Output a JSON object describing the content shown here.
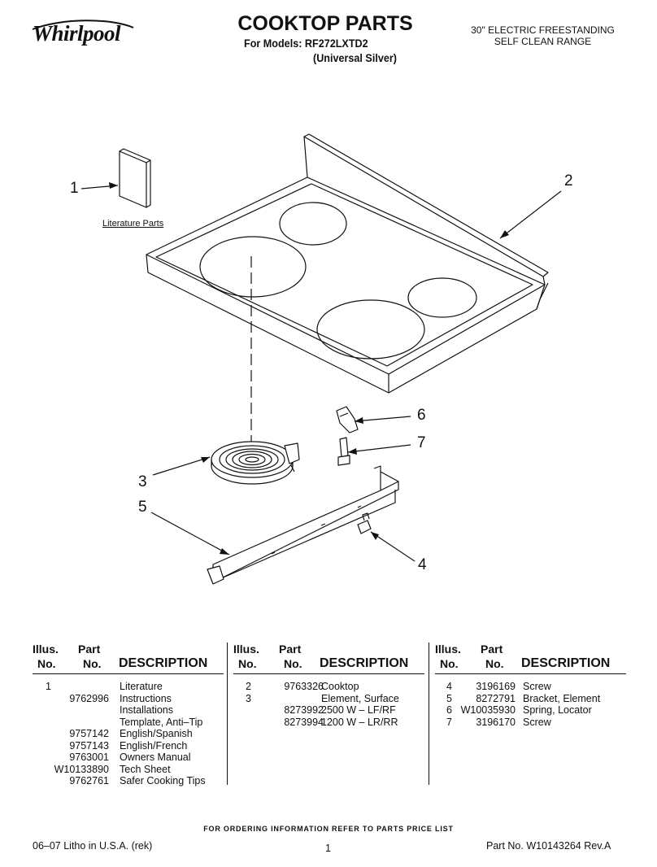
{
  "header": {
    "brand": "Whirlpool",
    "title": "COOKTOP PARTS",
    "models_line": "For Models: RF272LXTD2",
    "color_line": "(Universal Silver)",
    "product_line1": "30\" ELECTRIC FREESTANDING",
    "product_line2": "SELF CLEAN RANGE"
  },
  "diagram": {
    "callouts": [
      "1",
      "2",
      "3",
      "4",
      "5",
      "6",
      "7"
    ],
    "literature_label": "Literature Parts"
  },
  "table": {
    "header": {
      "illus1": "Illus.",
      "illus2": "No.",
      "part1": "Part",
      "part2": "No.",
      "desc": "DESCRIPTION"
    },
    "col1": [
      {
        "illus": "1",
        "part": "",
        "desc": "Literature"
      },
      {
        "illus": "",
        "part": "9762996",
        "desc": "Instructions"
      },
      {
        "illus": "",
        "part": "",
        "desc": "Installations"
      },
      {
        "illus": "",
        "part": "",
        "desc": "Template, Anti–Tip"
      },
      {
        "illus": "",
        "part": "9757142",
        "desc": "English/Spanish"
      },
      {
        "illus": "",
        "part": "9757143",
        "desc": "English/French"
      },
      {
        "illus": "",
        "part": "9763001",
        "desc": "Owners Manual"
      },
      {
        "illus": "",
        "part": "W10133890",
        "desc": "Tech Sheet"
      },
      {
        "illus": "",
        "part": "9762761",
        "desc": "Safer Cooking Tips"
      }
    ],
    "col2": [
      {
        "illus": "2",
        "part": "9763326",
        "desc": "Cooktop"
      },
      {
        "illus": "3",
        "part": "",
        "desc": "Element, Surface"
      },
      {
        "illus": "",
        "part": "8273992",
        "desc": "2500 W – LF/RF"
      },
      {
        "illus": "",
        "part": "8273994",
        "desc": "1200 W – LR/RR"
      }
    ],
    "col3": [
      {
        "illus": "4",
        "part": "3196169",
        "desc": "Screw"
      },
      {
        "illus": "5",
        "part": "8272791",
        "desc": "Bracket, Element"
      },
      {
        "illus": "6",
        "part": "W10035930",
        "desc": "Spring, Locator"
      },
      {
        "illus": "7",
        "part": "3196170",
        "desc": "Screw"
      }
    ]
  },
  "footer": {
    "ordering_note": "FOR ORDERING INFORMATION REFER TO PARTS PRICE LIST",
    "litho": "06–07 Litho in U.S.A. (rek)",
    "page": "1",
    "part_no": "Part No. W10143264 Rev.A"
  }
}
